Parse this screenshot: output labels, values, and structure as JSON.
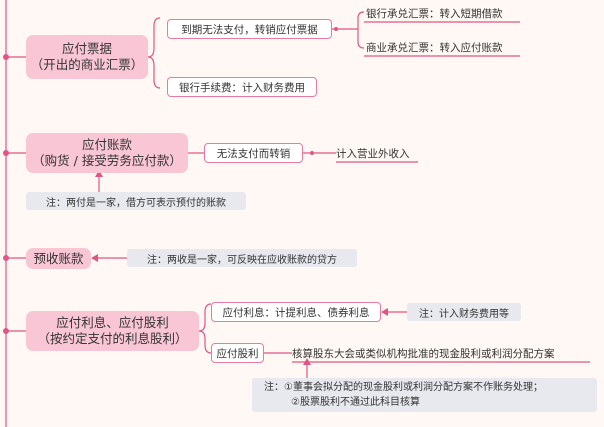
{
  "colors": {
    "accent": "#e05585",
    "box_fill": "#f9c6d6",
    "note_fill": "#e7e9ee",
    "background": "#fff8f4"
  },
  "notes_payable": {
    "title": "应付票据",
    "subtitle": "（开出的商业汇票）",
    "overdue": "到期无法支付，转销应付票据",
    "bank_acceptance": "银行承兑汇票：转入短期借款",
    "commercial_acceptance": "商业承兑汇票：转入应付账款",
    "bank_fee": "银行手续费：计入财务费用"
  },
  "accounts_payable": {
    "title": "应付账款",
    "subtitle": "（购货 / 接受劳务应付款）",
    "write_off": "无法支付而转销",
    "income": "计入营业外收入",
    "note": "注：两付是一家，借方可表示预付的账款"
  },
  "advances_received": {
    "title": "预收账款",
    "note": "注：两收是一家，可反映在应收账款的贷方"
  },
  "interest_dividends": {
    "title": "应付利息、应付股利",
    "subtitle": "（按约定支付的利息股利）",
    "interest": "应付利息：计提利息、债券利息",
    "interest_note": "注：计入财务费用等",
    "dividends": "应付股利",
    "dividend_desc": "核算股东大会或类似机构批准的现金股利或利润分配方案",
    "note_line1": "注：①董事会拟分配的现金股利或利润分配方案不作账务处理；",
    "note_line2": "②股票股利不通过此科目核算"
  }
}
